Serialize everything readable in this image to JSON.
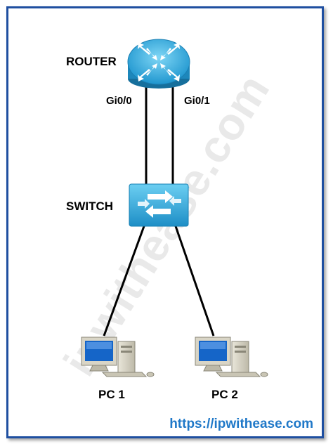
{
  "watermark": "ipwithease.com",
  "devices": {
    "router": {
      "label": "ROUTER"
    },
    "switch": {
      "label": "SWITCH"
    },
    "pc1": {
      "label": "PC 1"
    },
    "pc2": {
      "label": "PC 2"
    }
  },
  "ports": {
    "left": "Gi0/0",
    "right": "Gi0/1"
  },
  "footer_url": "https://ipwithease.com",
  "colors": {
    "border": "#1f4fa0",
    "device_blue": "#2aa6dc",
    "url": "#1f78c8"
  }
}
